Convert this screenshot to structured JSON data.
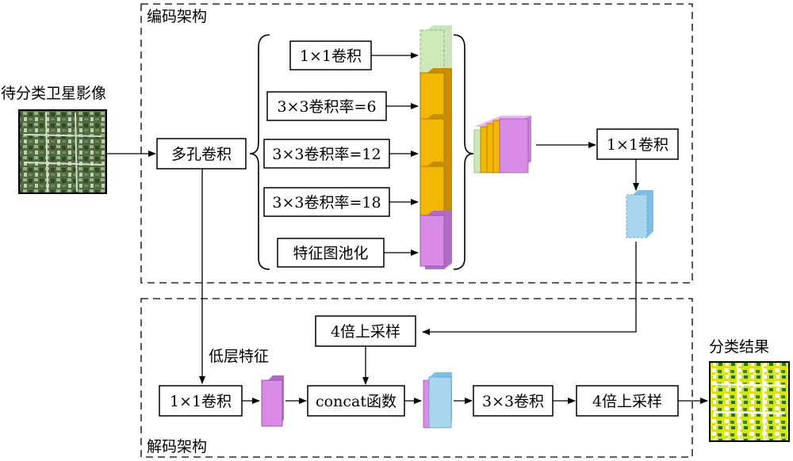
{
  "encoder": {
    "title": "编码架构"
  },
  "decoder": {
    "title": "解码架构"
  },
  "input": {
    "label": "待分类卫星影像"
  },
  "output": {
    "label": "分类结果"
  },
  "atrous": {
    "label": "多孔卷积"
  },
  "branches": [
    {
      "label": "1×1卷积",
      "color": "#cde9b8"
    },
    {
      "label": "3×3卷积率=6",
      "color": "#f2b705"
    },
    {
      "label": "3×3卷积率=12",
      "color": "#f2b705"
    },
    {
      "label": "3×3卷积率=18",
      "color": "#f2b705"
    },
    {
      "label": "特征图池化",
      "color": "#d98ce6"
    }
  ],
  "encoder_conv": {
    "label": "1×1卷积"
  },
  "low_level": {
    "label": "低层特征"
  },
  "decoder_blocks": {
    "upsample_top": "4倍上采样",
    "conv1x1": "1×1卷积",
    "concat": "concat函数",
    "conv3x3": "3×3卷积",
    "upsample_bottom": "4倍上采样"
  },
  "colors": {
    "blue": "#a9d6ee",
    "purple": "#d98ce6",
    "orange": "#f2b705",
    "green": "#cde9b8"
  }
}
